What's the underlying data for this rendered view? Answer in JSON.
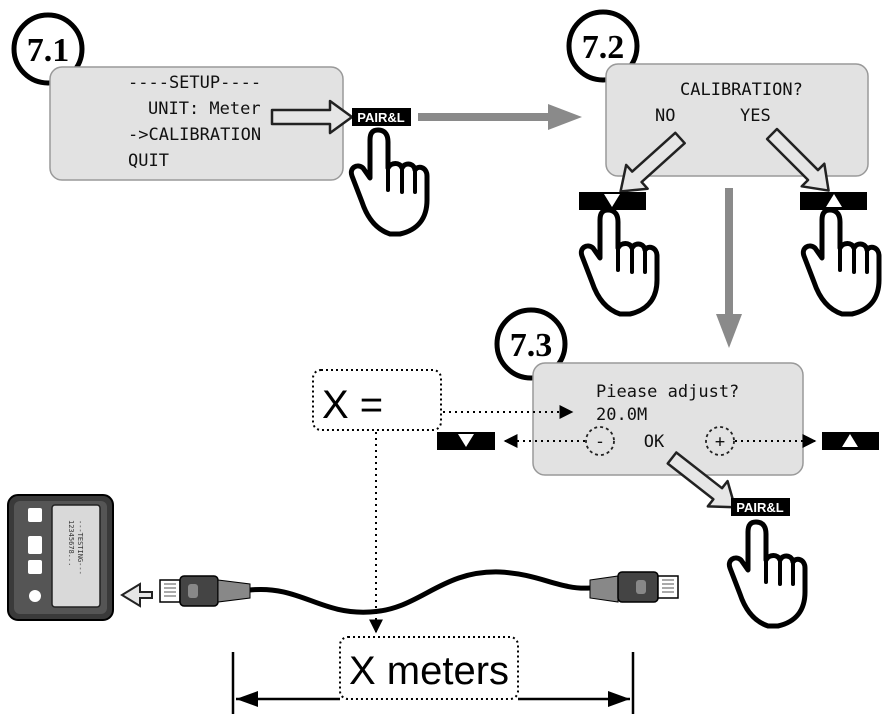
{
  "steps": {
    "s1": "7.1",
    "s2": "7.2",
    "s3": "7.3"
  },
  "screen1": {
    "line1": "----SETUP----",
    "line2": "UNIT: Meter",
    "line3": "->CALIBRATION",
    "line4": "QUIT"
  },
  "screen2": {
    "line1": "CALIBRATION?",
    "no": "NO",
    "yes": "YES"
  },
  "screen3": {
    "line1": "Piease  adjust?",
    "value": "20.0M",
    "minus": "-",
    "ok": "OK",
    "plus": "+"
  },
  "keys": {
    "pair": "PAIR&L",
    "down": "down-triangle",
    "up": "up-triangle"
  },
  "labels": {
    "x_equals": "X =",
    "x_meters": "X meters"
  },
  "device": {
    "screen_top": "---TESTING---",
    "screen_bottom": "12345678..."
  }
}
